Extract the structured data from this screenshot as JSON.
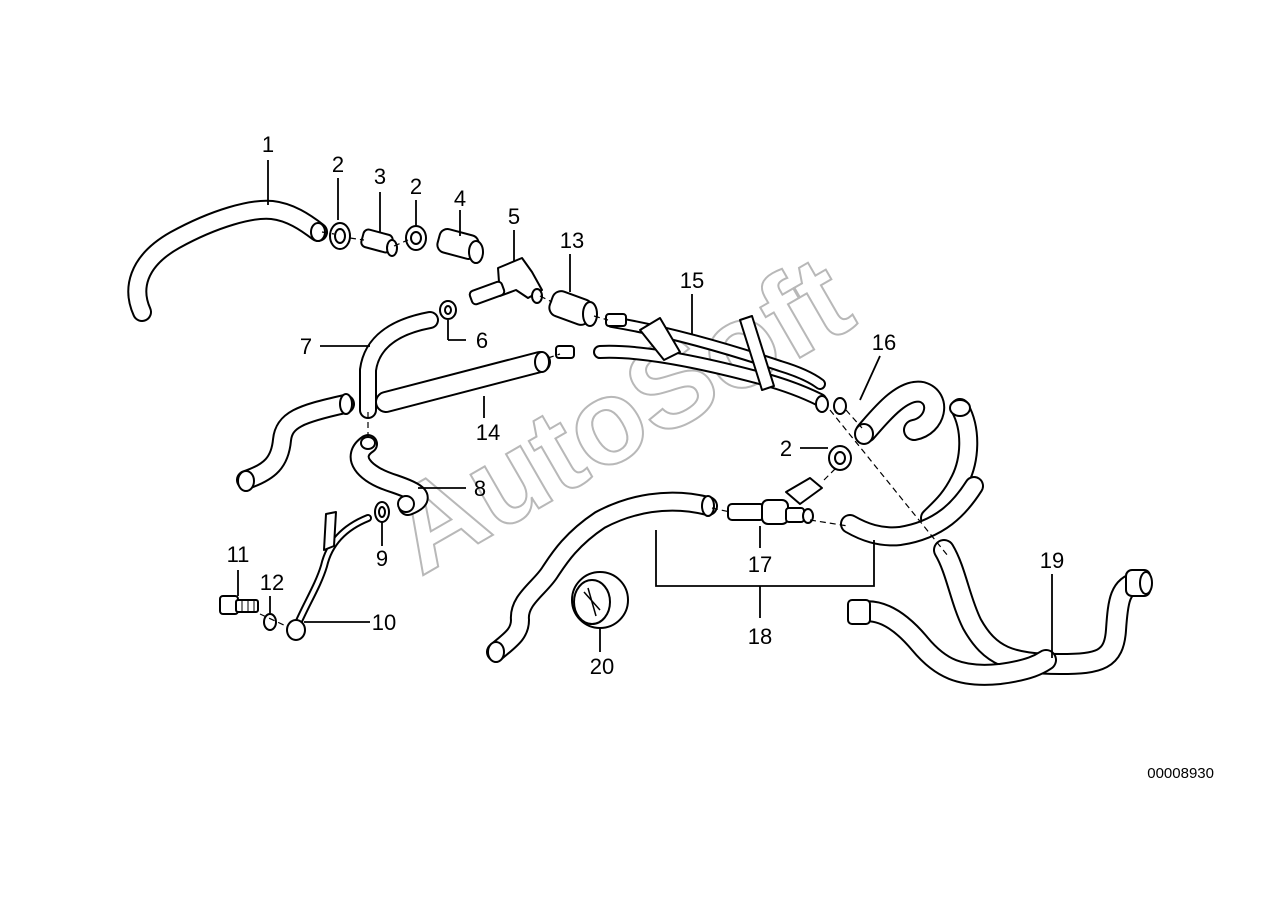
{
  "watermark": "AutoSoft",
  "diagram_code": "00008930",
  "callouts": {
    "c1": "1",
    "c2a": "2",
    "c3": "3",
    "c2b": "2",
    "c4": "4",
    "c5": "5",
    "c13": "13",
    "c15": "15",
    "c16": "16",
    "c7": "7",
    "c6": "6",
    "c14": "14",
    "c2c": "2",
    "c8": "8",
    "c9": "9",
    "c11": "11",
    "c12": "12",
    "c10": "10",
    "c17": "17",
    "c18": "18",
    "c19": "19",
    "c20": "20"
  }
}
